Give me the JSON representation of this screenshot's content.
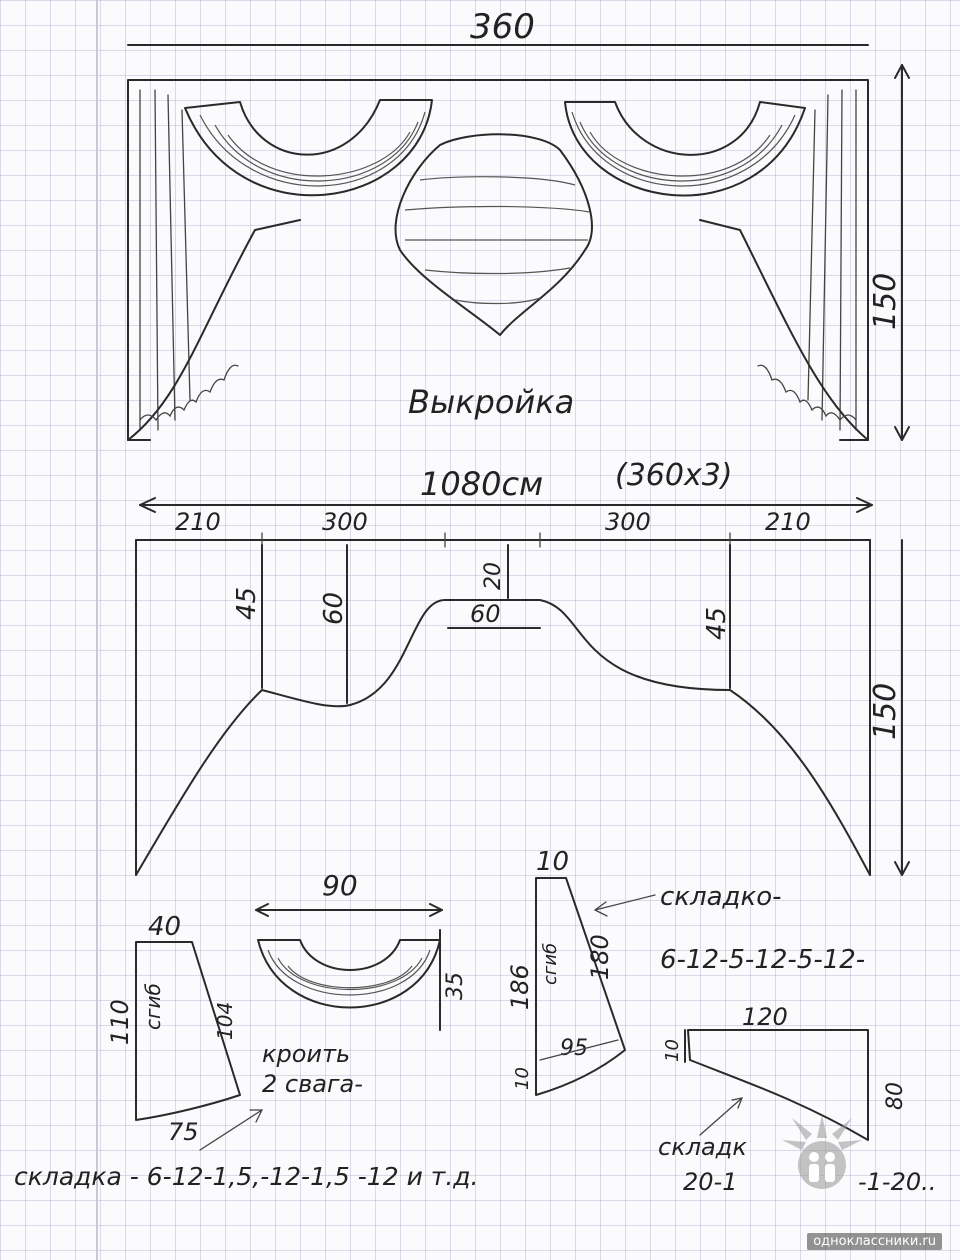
{
  "top_width": "360",
  "top_height": "150",
  "caption": "Выкройка",
  "pattern": {
    "total": "1080см",
    "formula": "(360х3)",
    "seg_left": "210",
    "seg_mid_left": "300",
    "seg_mid_right": "300",
    "seg_right": "210",
    "drop_left": "45",
    "drop_left_mid": "60",
    "drop_center": "20",
    "center_width": "60",
    "drop_right": "45",
    "height": "150"
  },
  "jabot_left": {
    "top": "40",
    "side": "110",
    "fold_mark": "сгиб",
    "diagonal": "104",
    "bottom": "75",
    "pleats": "складка - 6-12-1,5,-12-1,5 -12 и т.д."
  },
  "swag": {
    "width": "90",
    "height": "35",
    "note_line1": "кроить",
    "note_line2": "2 свага-"
  },
  "tie": {
    "top": "10",
    "height": "186",
    "fold_mark": "сгиб",
    "diagonal": "180",
    "bottom": "95",
    "bottom_side": "10",
    "note": "складко-",
    "pleats": "6-12-5-12-5-12-"
  },
  "cascade": {
    "top": "120",
    "side_left": "10",
    "side_right": "80",
    "note": "складк",
    "pleats": "20-1",
    "pleats_tail": "-1-20.."
  },
  "watermark": "одноклассники.ru"
}
